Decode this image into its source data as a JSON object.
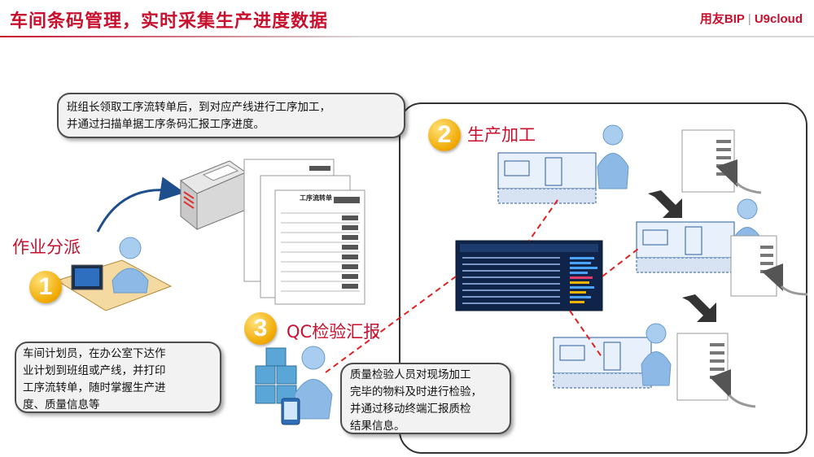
{
  "header": {
    "title": "车间条码管理，实时采集生产进度数据",
    "brand": "用友BIP",
    "brand_sub": "U9cloud"
  },
  "callouts": {
    "top": [
      "班组长领取工序流转单后，到对应产线进行工序加工，",
      "并通过扫描单据工序条码汇报工序进度。"
    ],
    "left": [
      "车间计划员，在办公室下达作",
      "业计划到班组或产线，并打印",
      "工序流转单，随时掌握生产进",
      "度、质量信息等"
    ],
    "qc": [
      "质量检验人员对现场加工",
      "完毕的物料及时进行检验，",
      "并通过移动终端汇报质检",
      "结果信息。"
    ]
  },
  "steps": [
    {
      "num": "1",
      "label": "作业分派"
    },
    {
      "num": "2",
      "label": "生产加工"
    },
    {
      "num": "3",
      "label": "QC检验汇报"
    }
  ],
  "document": {
    "title": "工序流转单"
  },
  "colors": {
    "brand": "#c8102e",
    "badge": "#f0a800",
    "connector": "#e02020"
  },
  "icons": [
    "printer-icon",
    "planner-at-desk-icon",
    "worker-icon",
    "qc-inspector-icon",
    "machine-icon",
    "dashboard-screen-icon",
    "barcode-scanner-icon",
    "arrow-icon"
  ]
}
